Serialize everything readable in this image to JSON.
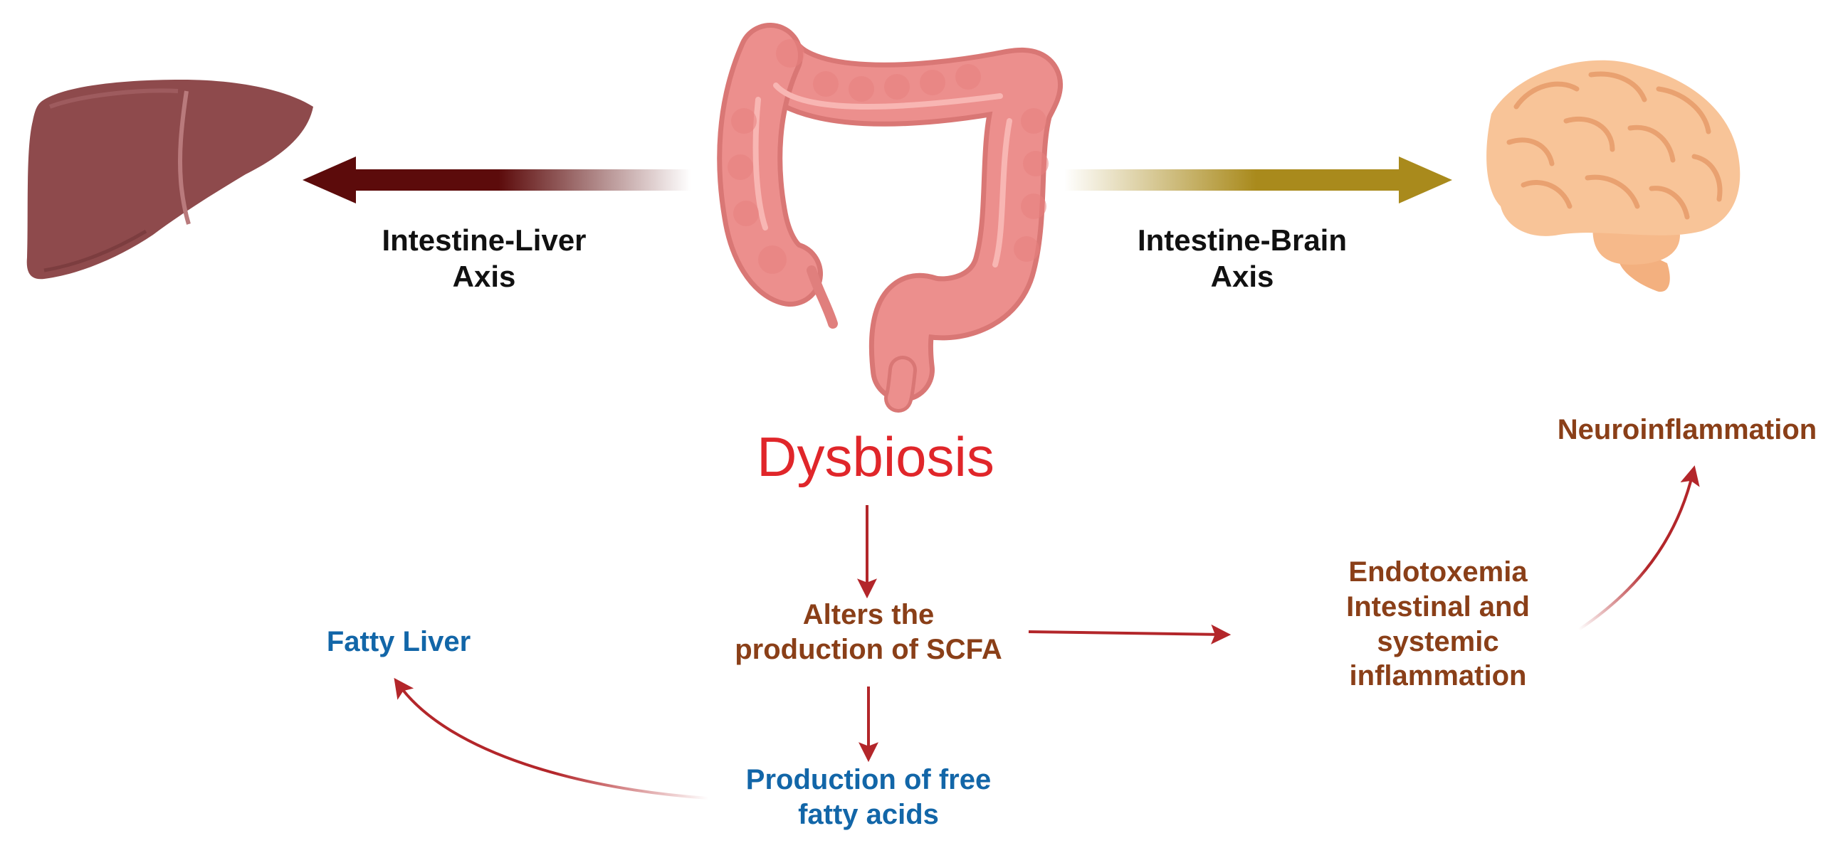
{
  "colors": {
    "liver": "#8e4a4c",
    "colon": "#ec8f8d",
    "brain": "#f8c498",
    "left_arrow": "#5c0b0b",
    "right_arrow": "#a98a1c",
    "red_arrow": "#b3262a",
    "title_red": "#e0262a",
    "brown_text": "#8a3f18",
    "blue_text": "#1266a8"
  },
  "icons": {
    "liver": "liver-icon",
    "colon": "large-intestine-icon",
    "brain": "brain-icon"
  },
  "axes": {
    "liver": {
      "line1": "Intestine-Liver",
      "line2": "Axis"
    },
    "brain": {
      "line1": "Intestine-Brain",
      "line2": "Axis"
    }
  },
  "center": {
    "title": "Dysbiosis",
    "scfa": {
      "line1": "Alters the",
      "line2": "production of SCFA"
    },
    "ffa": {
      "line1": "Production of free",
      "line2": "fatty acids"
    }
  },
  "left": {
    "fatty_liver": "Fatty Liver"
  },
  "right": {
    "endo": {
      "line1": "Endotoxemia",
      "line2": "Intestinal and",
      "line3": "systemic",
      "line4": "inflammation"
    },
    "neuro": "Neuroinflammation"
  }
}
